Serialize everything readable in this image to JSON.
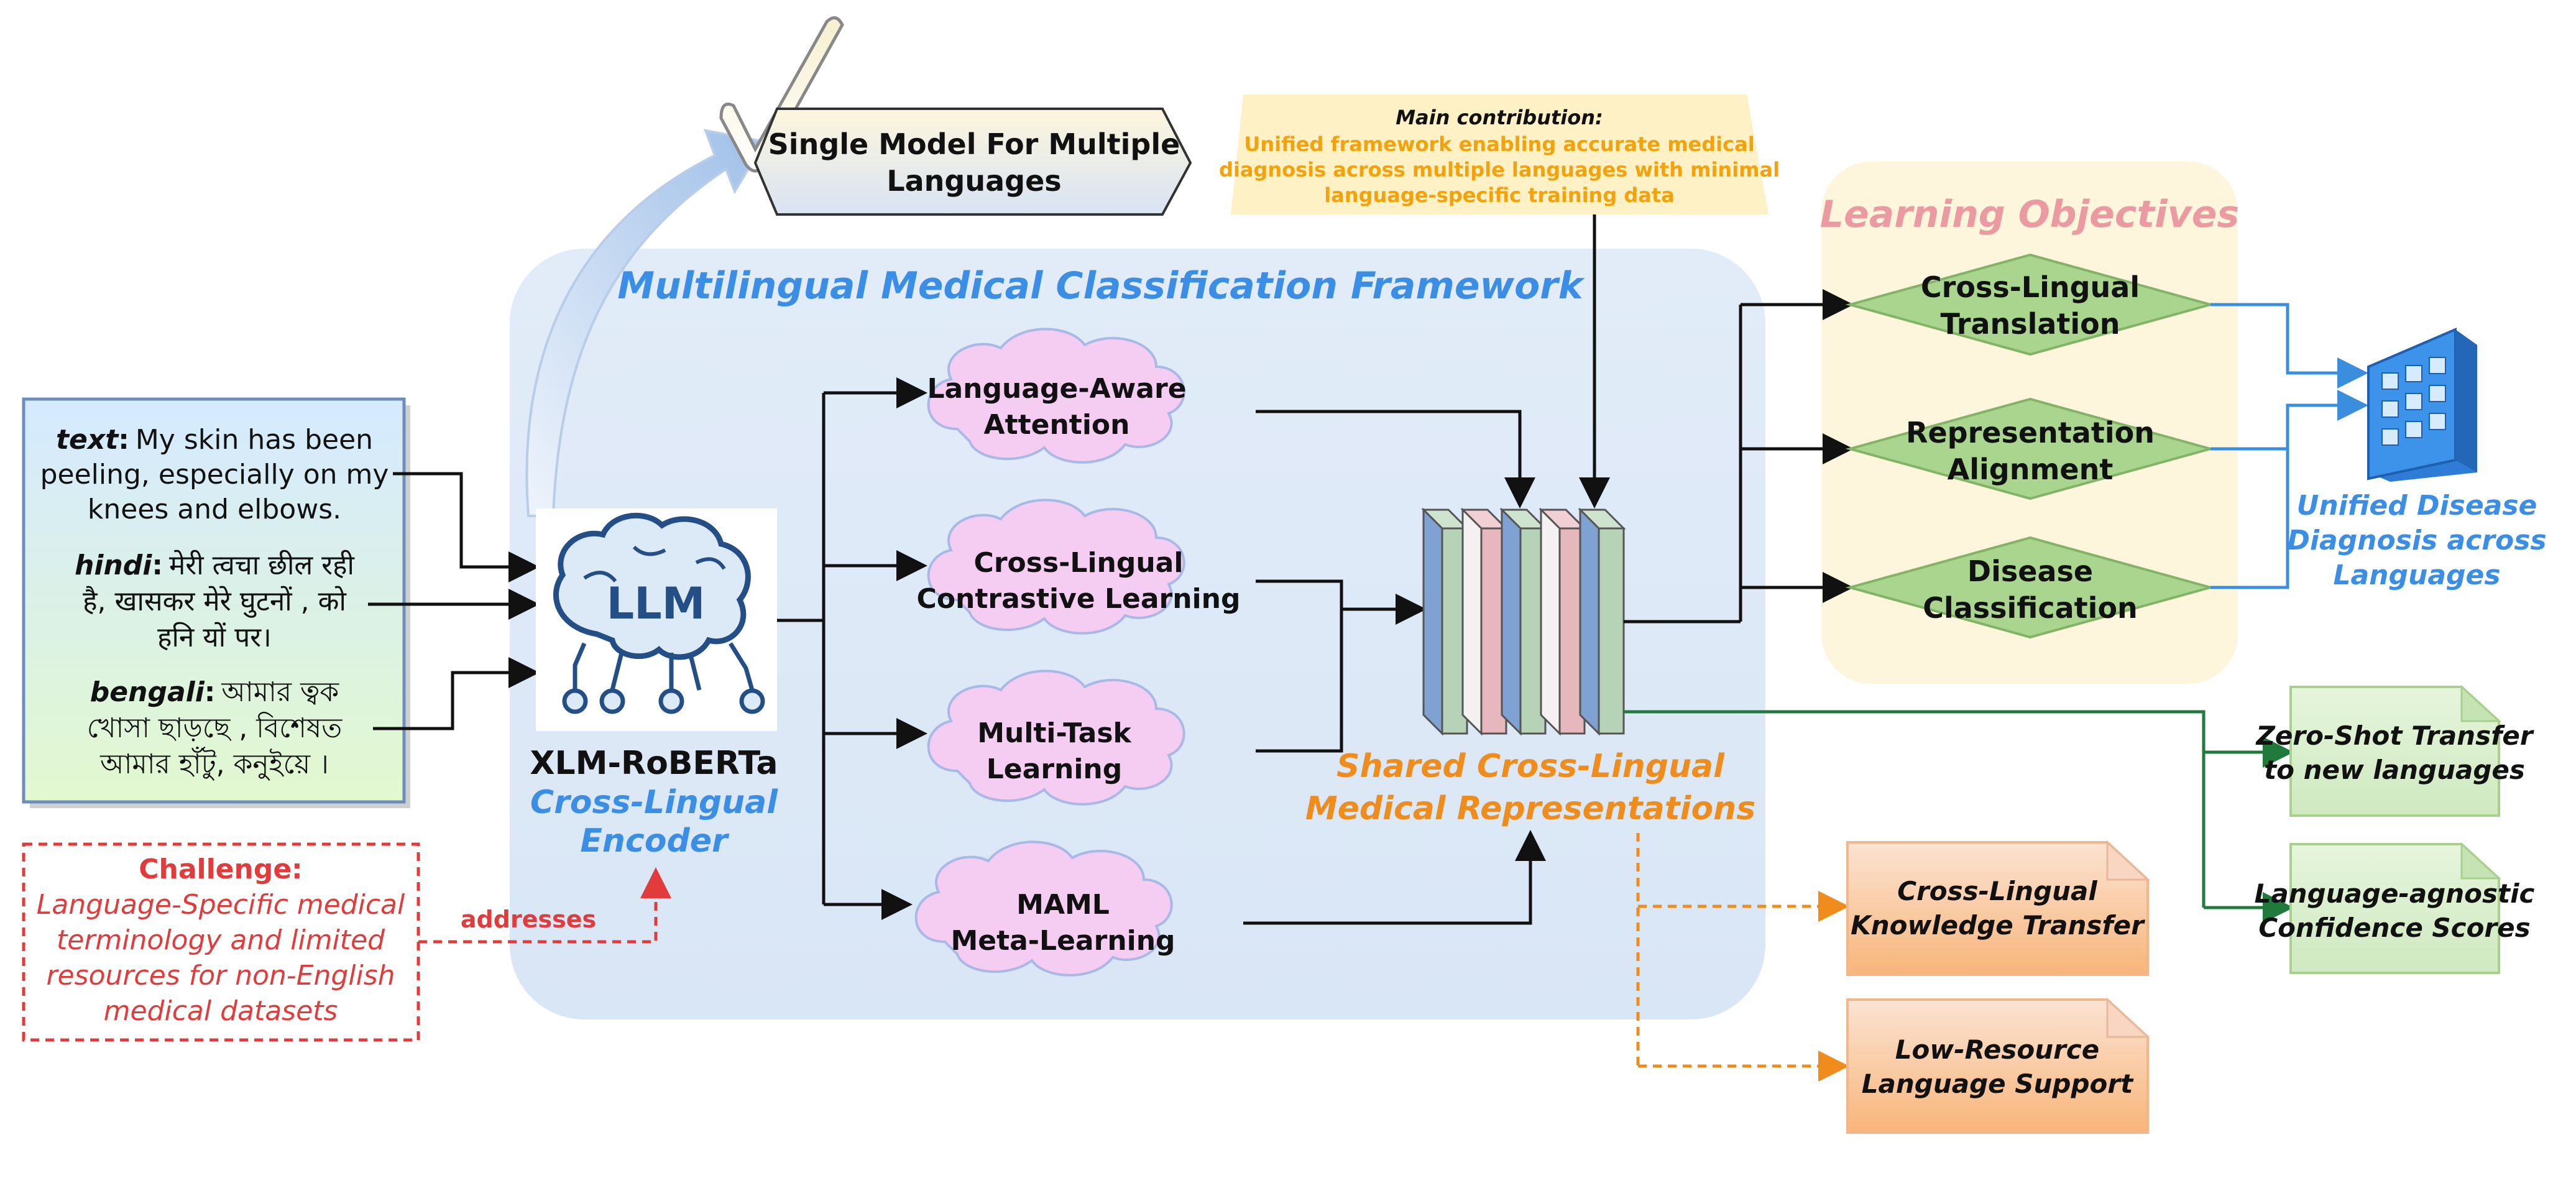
{
  "framework_title": "Multilingual Medical Classification Framework",
  "single_model_label": [
    "Single Model For Multiple",
    "Languages"
  ],
  "main_contribution": {
    "heading": "Main contribution:",
    "body": [
      "Unified framework enabling accurate medical",
      "diagnosis across multiple languages with minimal",
      "language-specific training data"
    ]
  },
  "input_samples": {
    "text_key": "text",
    "text_value": [
      "My skin has been",
      "peeling, especially on my",
      "knees and elbows."
    ],
    "hindi_key": "hindi",
    "hindi_value": [
      "मेरी त्वचा छील रही",
      "है, खासकर मेरे घुटनों , को",
      "हनि यों पर।"
    ],
    "bengali_key": "bengali",
    "bengali_value": [
      "আমার ত্বক",
      "খোসা ছাড়ছে , বিশেষত",
      "আমার হাঁটু, কনুইয়ে ।"
    ]
  },
  "llm_label": "LLM",
  "encoder": {
    "name": "XLM-RoBERTa",
    "subtitle": [
      "Cross-Lingual",
      "Encoder"
    ]
  },
  "challenge": {
    "heading": "Challenge:",
    "body": [
      "Language-Specific medical",
      "terminology and limited",
      "resources for non-English",
      "medical datasets"
    ],
    "addresses_label": "addresses"
  },
  "modules": [
    [
      "Language-Aware",
      "Attention"
    ],
    [
      "Cross-Lingual",
      "Contrastive Learning"
    ],
    [
      "Multi-Task",
      "Learning"
    ],
    [
      "MAML",
      "Meta-Learning"
    ]
  ],
  "shared_repr_label": [
    "Shared Cross-Lingual",
    "Medical Representations"
  ],
  "learning_objectives": {
    "title": "Learning Objectives",
    "items": [
      [
        "Cross-Lingual",
        "Translation"
      ],
      [
        "Representation",
        "Alignment"
      ],
      [
        "Disease",
        "Classification"
      ]
    ]
  },
  "unified_diagnosis_label": [
    "Unified Disease",
    "Diagnosis across",
    "Languages"
  ],
  "orange_outputs": [
    [
      "Cross-Lingual",
      "Knowledge Transfer"
    ],
    [
      "Low-Resource",
      "Language Support"
    ]
  ],
  "green_outputs": [
    [
      "Zero-Shot Transfer",
      "to new languages"
    ],
    [
      "Language-agnostic",
      "Confidence Scores"
    ]
  ],
  "colors": {
    "framework_bg": "#dde9f7",
    "framework_title": "#3a8ee6",
    "input_box_top": "#d6ecff",
    "input_box_bottom": "#dff7cf",
    "input_border": "#6c8ebf",
    "cloud_fill": "#f5cdf2",
    "cloud_stroke": "#a9b8e6",
    "contribution_fill": "#fff0c4",
    "contribution_text": "#f5a10a",
    "objectives_bg": "#fdf6df",
    "objectives_title": "#ea9aa0",
    "diamond_fill": "#a9d58e",
    "diamond_stroke": "#82b366",
    "challenge_red": "#e23b3b",
    "blue_text": "#3a8ee6",
    "orange_text": "#f08c1c",
    "orange_note": "#f9c7a1",
    "green_note": "#d8efcc",
    "green_line": "#1f7a3c",
    "layer_blue": "#8fb0db",
    "layer_pink": "#e8b6bd",
    "layer_green": "#a8c8ac"
  }
}
